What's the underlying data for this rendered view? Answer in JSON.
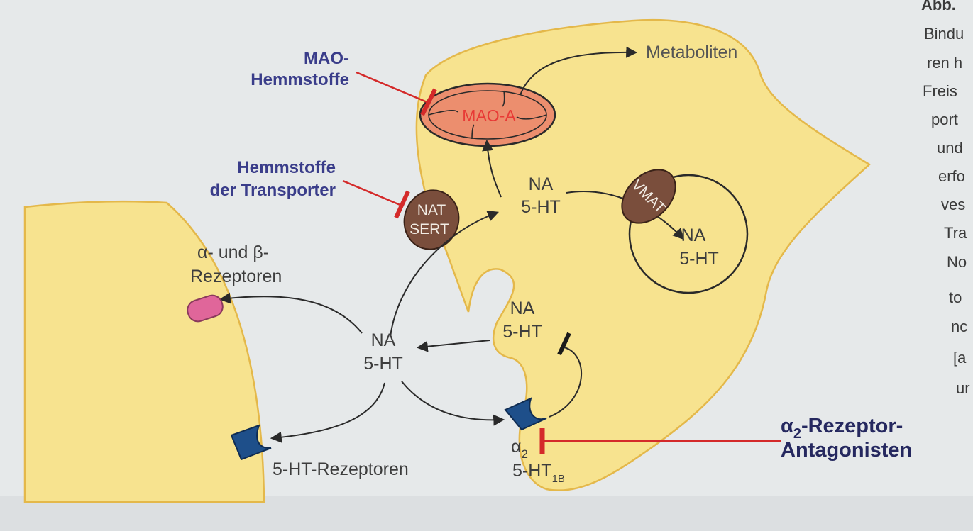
{
  "labels": {
    "metaboliten": "Metaboliten",
    "mao_a": "MAO-A",
    "mao_hemmstoffe_1": "MAO-",
    "mao_hemmstoffe_2": "Hemmstoffe",
    "transporter_1": "Hemmstoffe",
    "transporter_2": "der Transporter",
    "nat": "NAT",
    "sert": "SERT",
    "vmat": "VMAT",
    "na_top": "NA",
    "ht_top": "5-HT",
    "na_vesicle": "NA",
    "ht_vesicle": "5-HT",
    "na_pocket": "NA",
    "ht_pocket": "5-HT",
    "na_cleft": "NA",
    "ht_cleft": "5-HT",
    "alpha_beta_1": "α- und β-",
    "alpha_beta_2": "Rezeptoren",
    "ht_rezeptoren": "5-HT-Rezeptoren",
    "alpha2": "α",
    "alpha2_sub": "2",
    "ht1b": "5-HT",
    "ht1b_sub": "1B",
    "antag_1a": "α",
    "antag_1sub": "2",
    "antag_1b": "-Rezeptor-",
    "antag_2": "Antagonisten"
  },
  "side_text": [
    "Abb.",
    "Bindu",
    "ren h",
    "Freis",
    "port",
    "und",
    "erfo",
    "ves",
    "Tra",
    "No",
    "to",
    "nc",
    "[a",
    "ur"
  ],
  "colors": {
    "membrane": "#f7e38f",
    "membrane_outline": "#e4b84a",
    "inhibitor": "#d42a2a",
    "mitochondrion": "#ec8e6e",
    "transporter": "#7a4e3c",
    "receptor_blue": "#1e4f8a",
    "receptor_pink": "#e0669a"
  }
}
